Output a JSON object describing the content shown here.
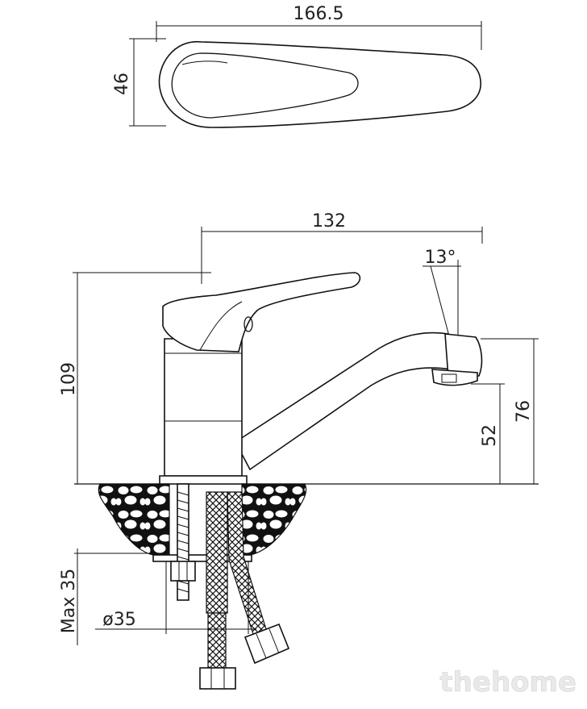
{
  "dimensions": {
    "handle_length": "166.5",
    "handle_width": "46",
    "spout_reach": "132",
    "spout_angle": "13°",
    "total_height": "109",
    "height_to_aerator_top": "76",
    "height_to_aerator_bottom": "52",
    "max_counter_thickness": "Max 35",
    "mount_hole_diameter": "ø35"
  },
  "watermark": "thehome"
}
